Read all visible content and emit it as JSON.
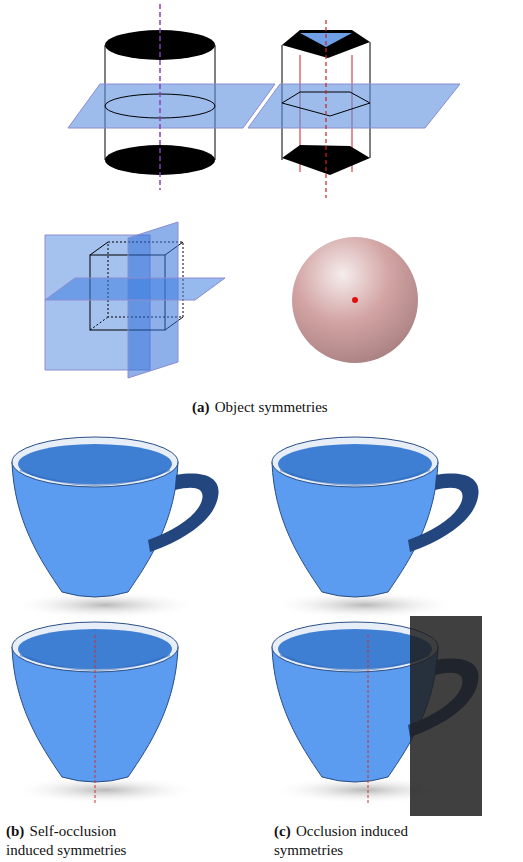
{
  "diagram": {
    "labels": [
      "(a)",
      "Object symmetries",
      "(b)",
      "Self-occlusion induced symmetries",
      "(c)",
      "Occlusion induced symmetries"
    ]
  }
}
